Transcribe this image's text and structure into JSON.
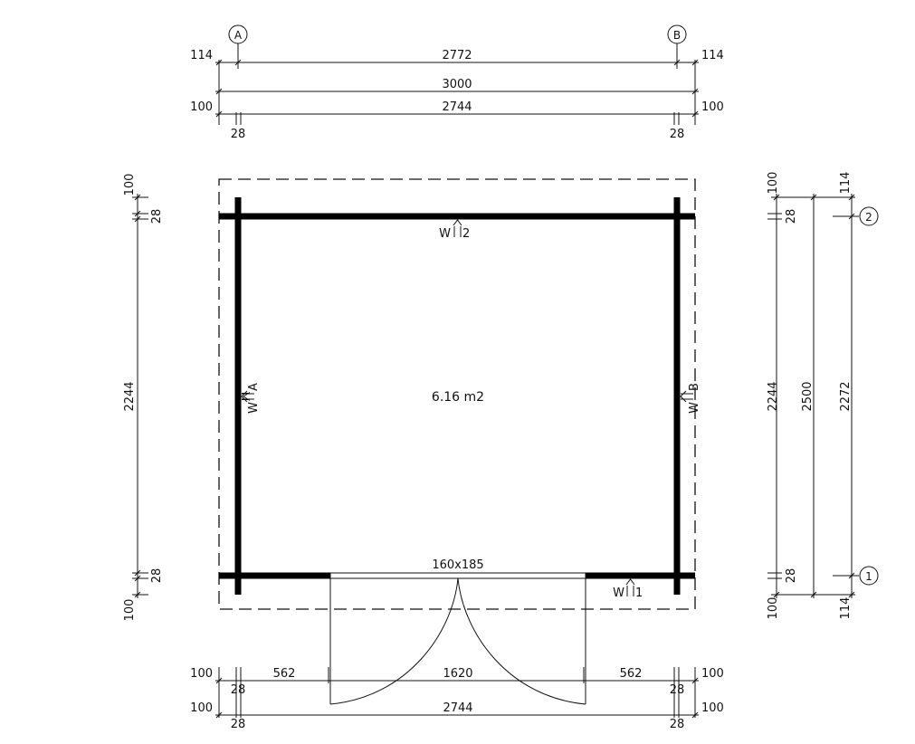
{
  "drawing": {
    "type": "floor-plan",
    "area_label": "6.16 m2",
    "door_label": "160x185",
    "colors": {
      "line": "#111111",
      "wall": "#000000",
      "background": "#ffffff"
    },
    "grid_axes": {
      "horizontal": [
        "A",
        "B"
      ],
      "vertical": [
        "1",
        "2"
      ]
    },
    "wall_tags": {
      "w1": "W1",
      "w2": "W2",
      "wa": "WA",
      "wb": "WB",
      "w1_prefix": "W",
      "w1_suffix": "1",
      "w2_prefix": "W",
      "w2_suffix": "2",
      "wa_prefix": "W",
      "wa_suffix": "A",
      "wb_prefix": "W",
      "wb_suffix": "B"
    }
  },
  "dimensions": {
    "top": {
      "left_offset_upper": "114",
      "right_offset_upper": "114",
      "grid_span": "2772",
      "overall": "3000",
      "left_offset_lower": "100",
      "right_offset_lower": "100",
      "inner": "2744",
      "left_wall": "28",
      "right_wall": "28"
    },
    "left": {
      "top_overhang": "100",
      "top_wall": "28",
      "inner": "2244",
      "bottom_wall": "28",
      "bottom_overhang": "100"
    },
    "right": {
      "top_overhang": "100",
      "top_wall": "28",
      "inner": "2244",
      "overall": "2500",
      "grid_span": "2272",
      "top_grid_offset": "114",
      "bottom_wall": "28",
      "bottom_overhang": "100",
      "bottom_grid_offset": "114"
    },
    "bottom": {
      "upper_left_offset": "100",
      "upper_right_offset": "100",
      "left_segment": "562",
      "door_width": "1620",
      "right_segment": "562",
      "upper_left_wall": "28",
      "upper_right_wall": "28",
      "lower_left_offset": "100",
      "lower_right_offset": "100",
      "inner": "2744",
      "lower_left_wall": "28",
      "lower_right_wall": "28"
    }
  }
}
